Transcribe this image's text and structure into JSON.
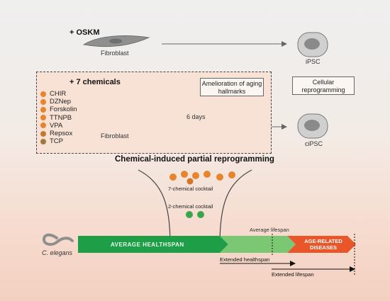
{
  "oskm_label": "+ OSKM",
  "fibroblast_top": "Fibroblast",
  "ipsc": "iPSC",
  "chemicals_title": "+ 7 chemicals",
  "chemicals": [
    {
      "name": "CHIR",
      "color": "#e8842c"
    },
    {
      "name": "DZNep",
      "color": "#e8842c"
    },
    {
      "name": "Forskolin",
      "color": "#e8842c"
    },
    {
      "name": "TTNPB",
      "color": "#e8842c"
    },
    {
      "name": "VPA",
      "color": "#e8842c"
    },
    {
      "name": "Repsox",
      "color": "#c47a2a"
    },
    {
      "name": "TCP",
      "color": "#a07a3a"
    }
  ],
  "amelioration": "Amelioration of aging hallmarks",
  "cellular_reprogramming": "Cellular reprogramming",
  "six_days": "6 days",
  "fibroblast_mid": "Fibroblast",
  "cipsc": "ciPSC",
  "partial_title": "Chemical-induced partial reprogramming",
  "cocktail7": "7-chemical cocktail",
  "cocktail2": "2-chemical cocktail",
  "organism": "C. elegans",
  "avg_healthspan": "AVERAGE HEALTHSPAN",
  "avg_lifespan": "Average lifespan",
  "age_related": "AGE-RELATED DISEASES",
  "ext_healthspan": "Extended healthspan",
  "ext_lifespan": "Extended lifespan",
  "colors": {
    "orange": "#e8842c",
    "green_dark": "#1f9e48",
    "green_light": "#7cc774",
    "red": "#e8562a"
  }
}
